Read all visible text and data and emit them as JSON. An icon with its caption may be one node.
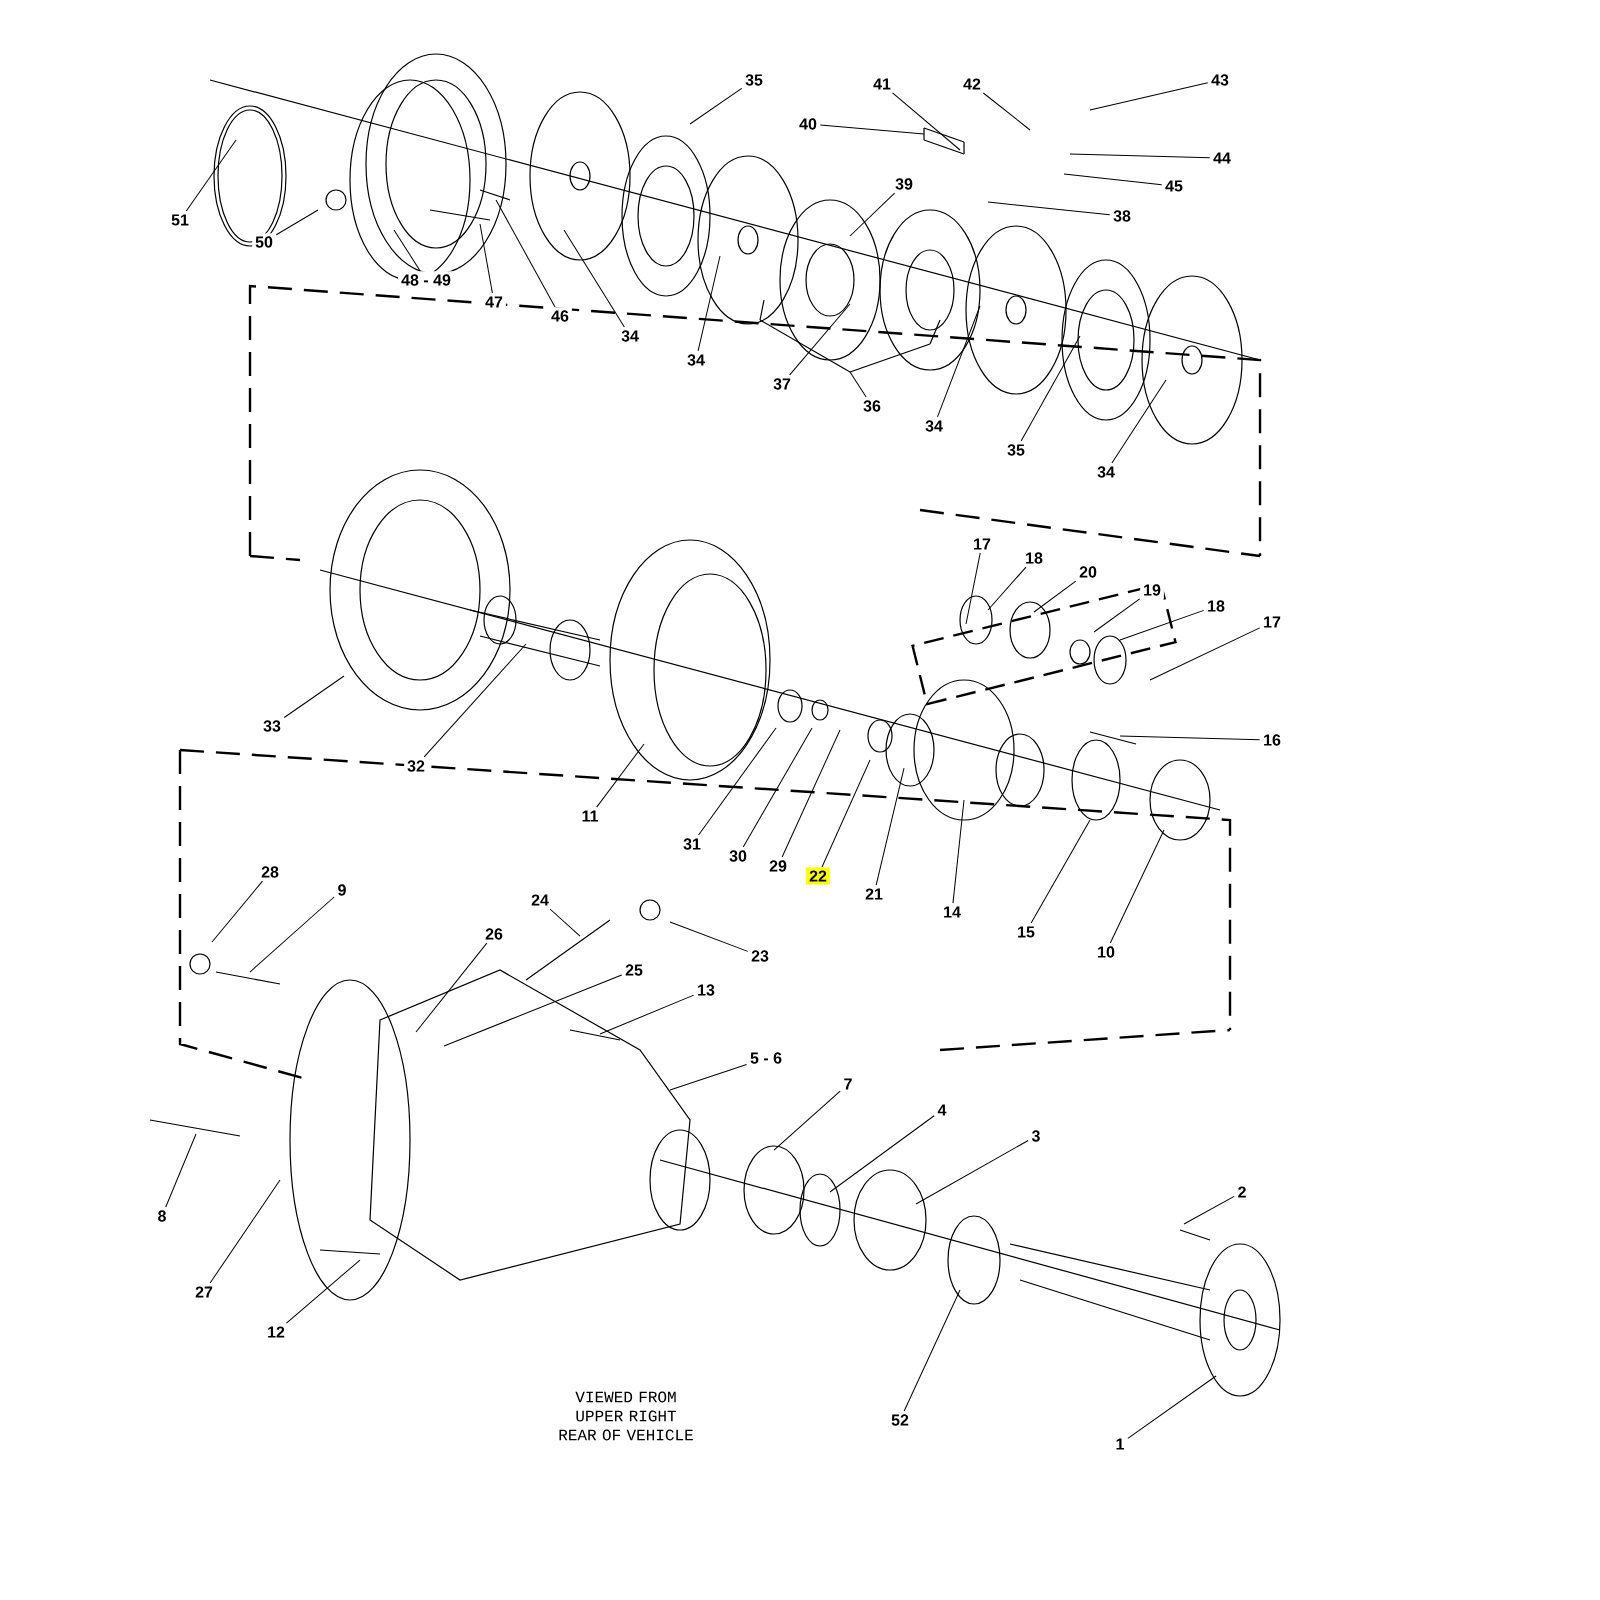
{
  "diagram": {
    "nodes": [
      {
        "text": [
          "51"
        ]
      },
      {
        "text": [
          "50"
        ]
      },
      {
        "text": [
          "48 - 49"
        ]
      },
      {
        "text": [
          "47"
        ]
      },
      {
        "text": [
          "46"
        ]
      },
      {
        "text": [
          "34"
        ]
      },
      {
        "text": [
          "35"
        ]
      },
      {
        "text": [
          "34"
        ]
      },
      {
        "text": [
          "40"
        ]
      },
      {
        "text": [
          "41"
        ]
      },
      {
        "text": [
          "42"
        ]
      },
      {
        "text": [
          "43"
        ]
      },
      {
        "text": [
          "44"
        ]
      },
      {
        "text": [
          "45"
        ]
      },
      {
        "text": [
          "39"
        ]
      },
      {
        "text": [
          "38"
        ]
      },
      {
        "text": [
          "37"
        ]
      },
      {
        "text": [
          "36"
        ]
      },
      {
        "text": [
          "34"
        ]
      },
      {
        "text": [
          "35"
        ]
      },
      {
        "text": [
          "34"
        ]
      },
      {
        "text": [
          "33"
        ]
      },
      {
        "text": [
          "32"
        ]
      },
      {
        "text": [
          "11"
        ]
      },
      {
        "text": [
          "31"
        ]
      },
      {
        "text": [
          "30"
        ]
      },
      {
        "text": [
          "29"
        ]
      },
      {
        "text": [
          "22"
        ]
      },
      {
        "text": [
          "21"
        ]
      },
      {
        "text": [
          "14"
        ]
      },
      {
        "text": [
          "15"
        ]
      },
      {
        "text": [
          "10"
        ]
      },
      {
        "text": [
          "16"
        ]
      },
      {
        "text": [
          "17"
        ]
      },
      {
        "text": [
          "18"
        ]
      },
      {
        "text": [
          "20"
        ]
      },
      {
        "text": [
          "19"
        ]
      },
      {
        "text": [
          "18"
        ]
      },
      {
        "text": [
          "17"
        ]
      },
      {
        "text": [
          "28"
        ]
      },
      {
        "text": [
          "9"
        ]
      },
      {
        "text": [
          "24"
        ]
      },
      {
        "text": [
          "23"
        ]
      },
      {
        "text": [
          "26"
        ]
      },
      {
        "text": [
          "25"
        ]
      },
      {
        "text": [
          "13"
        ]
      },
      {
        "text": [
          "5 - 6"
        ]
      },
      {
        "text": [
          "7"
        ]
      },
      {
        "text": [
          "4"
        ]
      },
      {
        "text": [
          "3"
        ]
      },
      {
        "text": [
          "2"
        ]
      },
      {
        "text": [
          "8"
        ]
      },
      {
        "text": [
          "27"
        ]
      },
      {
        "text": [
          "12"
        ]
      },
      {
        "text": [
          "52"
        ]
      },
      {
        "text": [
          "1"
        ]
      }
    ],
    "edges": [
      {
        "from": 0,
        "to": null,
        "arrow": "none"
      },
      {
        "from": 1,
        "to": null,
        "arrow": "none"
      },
      {
        "from": 2,
        "to": null,
        "arrow": "none"
      },
      {
        "from": 3,
        "to": null,
        "arrow": "none"
      },
      {
        "from": 4,
        "to": null,
        "arrow": "none"
      },
      {
        "from": 5,
        "to": null,
        "arrow": "none"
      },
      {
        "from": 6,
        "to": null,
        "arrow": "none"
      },
      {
        "from": 7,
        "to": null,
        "arrow": "none"
      },
      {
        "from": 8,
        "to": null,
        "arrow": "none"
      },
      {
        "from": 9,
        "to": null,
        "arrow": "none"
      },
      {
        "from": 10,
        "to": null,
        "arrow": "none"
      },
      {
        "from": 11,
        "to": null,
        "arrow": "none"
      },
      {
        "from": 12,
        "to": null,
        "arrow": "none"
      },
      {
        "from": 13,
        "to": null,
        "arrow": "none"
      },
      {
        "from": 14,
        "to": null,
        "arrow": "none"
      },
      {
        "from": 15,
        "to": null,
        "arrow": "none"
      },
      {
        "from": 16,
        "to": null,
        "arrow": "none"
      },
      {
        "from": 17,
        "to": null,
        "arrow": "none"
      },
      {
        "from": 18,
        "to": null,
        "arrow": "none"
      },
      {
        "from": 19,
        "to": null,
        "arrow": "none"
      },
      {
        "from": 20,
        "to": null,
        "arrow": "none"
      },
      {
        "from": 21,
        "to": null,
        "arrow": "none"
      },
      {
        "from": 22,
        "to": null,
        "arrow": "none"
      },
      {
        "from": 23,
        "to": null,
        "arrow": "none"
      },
      {
        "from": 24,
        "to": null,
        "arrow": "none"
      },
      {
        "from": 25,
        "to": null,
        "arrow": "none"
      },
      {
        "from": 26,
        "to": null,
        "arrow": "none"
      },
      {
        "from": 27,
        "to": null,
        "arrow": "none"
      },
      {
        "from": 28,
        "to": null,
        "arrow": "none"
      },
      {
        "from": 29,
        "to": null,
        "arrow": "none"
      },
      {
        "from": 30,
        "to": null,
        "arrow": "none"
      },
      {
        "from": 31,
        "to": null,
        "arrow": "none"
      },
      {
        "from": 32,
        "to": null,
        "arrow": "none"
      },
      {
        "from": 33,
        "to": null,
        "arrow": "none"
      },
      {
        "from": 34,
        "to": null,
        "arrow": "none"
      },
      {
        "from": 35,
        "to": null,
        "arrow": "none"
      },
      {
        "from": 36,
        "to": null,
        "arrow": "none"
      },
      {
        "from": 37,
        "to": null,
        "arrow": "none"
      },
      {
        "from": 38,
        "to": null,
        "arrow": "none"
      },
      {
        "from": 39,
        "to": null,
        "arrow": "none"
      },
      {
        "from": 40,
        "to": null,
        "arrow": "none"
      },
      {
        "from": 41,
        "to": null,
        "arrow": "none"
      },
      {
        "from": 42,
        "to": null,
        "arrow": "none"
      },
      {
        "from": 43,
        "to": null,
        "arrow": "none"
      },
      {
        "from": 44,
        "to": null,
        "arrow": "none"
      },
      {
        "from": 45,
        "to": null,
        "arrow": "none"
      },
      {
        "from": 46,
        "to": null,
        "arrow": "none"
      },
      {
        "from": 47,
        "to": null,
        "arrow": "none"
      },
      {
        "from": 48,
        "to": null,
        "arrow": "none"
      },
      {
        "from": 49,
        "to": null,
        "arrow": "none"
      },
      {
        "from": 50,
        "to": null,
        "arrow": "none"
      },
      {
        "from": 51,
        "to": null,
        "arrow": "none"
      },
      {
        "from": 52,
        "to": null,
        "arrow": "none"
      },
      {
        "from": 53,
        "to": null,
        "arrow": "none"
      },
      {
        "from": 54,
        "to": null,
        "arrow": "none"
      },
      {
        "from": 55,
        "to": null,
        "arrow": "none"
      }
    ],
    "labels": [
      "VIEWED FROM UPPER RIGHT REAR OF VEHICLE"
    ]
  }
}
